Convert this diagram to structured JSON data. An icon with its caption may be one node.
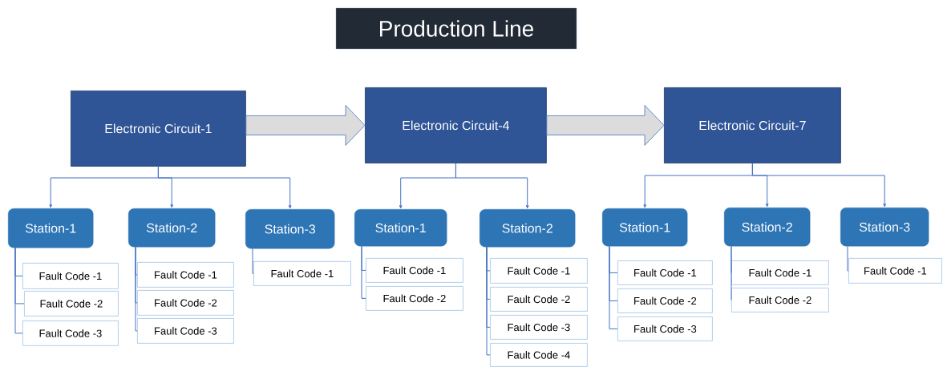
{
  "diagram": {
    "title": "Production Line",
    "nodes": [
      {
        "text": [
          "Electronic Circuit-1"
        ]
      },
      {
        "text": [
          "Electronic Circuit-4"
        ]
      },
      {
        "text": [
          "Electronic Circuit-7"
        ]
      },
      {
        "text": [
          "Station-1"
        ]
      },
      {
        "text": [
          "Station-2"
        ]
      },
      {
        "text": [
          "Station-3"
        ]
      },
      {
        "text": [
          "Station-1"
        ]
      },
      {
        "text": [
          "Station-2"
        ]
      },
      {
        "text": [
          "Station-1"
        ]
      },
      {
        "text": [
          "Station-2"
        ]
      },
      {
        "text": [
          "Station-3"
        ]
      },
      {
        "text": [
          "Fault Code -1"
        ]
      },
      {
        "text": [
          "Fault Code -2"
        ]
      },
      {
        "text": [
          "Fault Code -3"
        ]
      },
      {
        "text": [
          "Fault Code -1"
        ]
      },
      {
        "text": [
          "Fault Code -2"
        ]
      },
      {
        "text": [
          "Fault Code -3"
        ]
      },
      {
        "text": [
          "Fault Code -1"
        ]
      },
      {
        "text": [
          "Fault Code -1"
        ]
      },
      {
        "text": [
          "Fault Code -2"
        ]
      },
      {
        "text": [
          "Fault Code -1"
        ]
      },
      {
        "text": [
          "Fault Code -2"
        ]
      },
      {
        "text": [
          "Fault Code -3"
        ]
      },
      {
        "text": [
          "Fault Code -4"
        ]
      },
      {
        "text": [
          "Fault Code -1"
        ]
      },
      {
        "text": [
          "Fault Code -2"
        ]
      },
      {
        "text": [
          "Fault Code -3"
        ]
      },
      {
        "text": [
          "Fault Code -1"
        ]
      },
      {
        "text": [
          "Fault Code -2"
        ]
      },
      {
        "text": [
          "Fault Code -1"
        ]
      }
    ],
    "edges": [
      {
        "from": 0,
        "to": 1,
        "arrow": "to",
        "style": "thick",
        "color": "#dcdcdc"
      },
      {
        "from": 1,
        "to": 2,
        "arrow": "to",
        "style": "thick",
        "color": "#dcdcdc"
      },
      {
        "from": 0,
        "to": 3,
        "arrow": "to"
      },
      {
        "from": 0,
        "to": 4,
        "arrow": "to"
      },
      {
        "from": 0,
        "to": 5,
        "arrow": "to"
      },
      {
        "from": 1,
        "to": 6,
        "arrow": "to"
      },
      {
        "from": 1,
        "to": 7,
        "arrow": "to"
      },
      {
        "from": 2,
        "to": 8,
        "arrow": "to"
      },
      {
        "from": 2,
        "to": 9,
        "arrow": "to"
      },
      {
        "from": 2,
        "to": 10,
        "arrow": "to"
      },
      {
        "from": 3,
        "to": 11,
        "arrow": "none"
      },
      {
        "from": 3,
        "to": 12,
        "arrow": "none"
      },
      {
        "from": 3,
        "to": 13,
        "arrow": "none"
      },
      {
        "from": 4,
        "to": 14,
        "arrow": "none"
      },
      {
        "from": 4,
        "to": 15,
        "arrow": "none"
      },
      {
        "from": 4,
        "to": 16,
        "arrow": "none"
      },
      {
        "from": 5,
        "to": 17,
        "arrow": "none"
      },
      {
        "from": 6,
        "to": 18,
        "arrow": "none"
      },
      {
        "from": 6,
        "to": 19,
        "arrow": "none"
      },
      {
        "from": 7,
        "to": 20,
        "arrow": "none"
      },
      {
        "from": 7,
        "to": 21,
        "arrow": "none"
      },
      {
        "from": 7,
        "to": 22,
        "arrow": "none"
      },
      {
        "from": 7,
        "to": 23,
        "arrow": "none"
      },
      {
        "from": 8,
        "to": 24,
        "arrow": "none"
      },
      {
        "from": 8,
        "to": 25,
        "arrow": "none"
      },
      {
        "from": 8,
        "to": 26,
        "arrow": "none"
      },
      {
        "from": 9,
        "to": 27,
        "arrow": "none"
      },
      {
        "from": 9,
        "to": 28,
        "arrow": "none"
      },
      {
        "from": 10,
        "to": 29,
        "arrow": "none"
      }
    ]
  }
}
